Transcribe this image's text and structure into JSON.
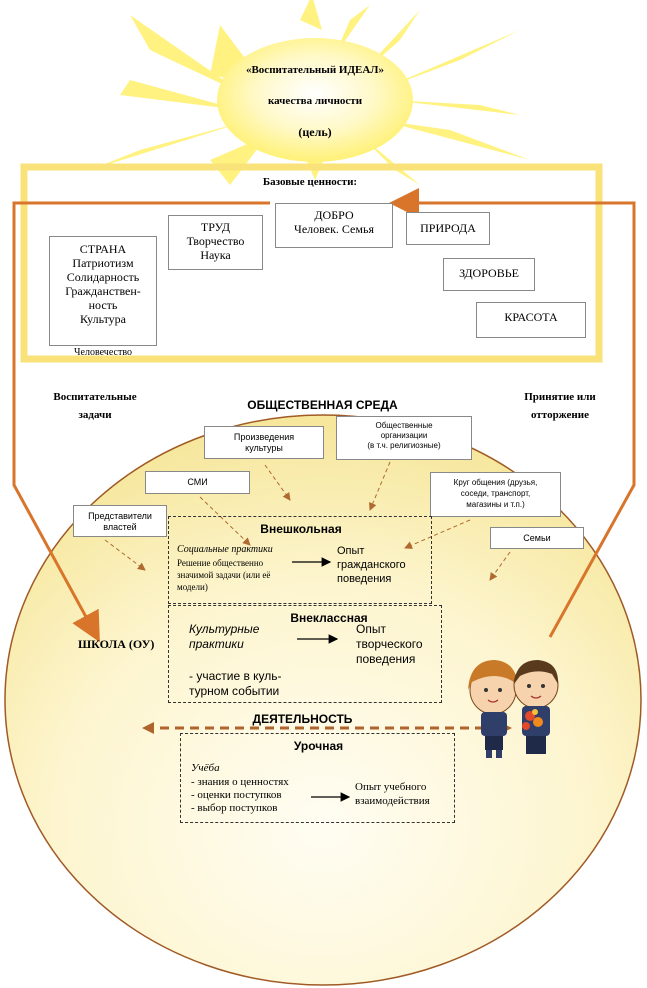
{
  "ideal": {
    "line1": "«Воспитательный ИДЕАЛ»",
    "line2": "качества личности",
    "line3": "(цель)"
  },
  "base_values": {
    "title": "Базовые ценности:",
    "strana": [
      "СТРАНА",
      "Патриотизм",
      "Солидарность",
      "Гражданствен-",
      "ность",
      "Культура"
    ],
    "chelovechestvo": "Человечество",
    "trud": [
      "ТРУД",
      "Творчество",
      "Наука"
    ],
    "dobro": [
      "ДОБРО",
      "Человек. Семья"
    ],
    "priroda": "ПРИРОДА",
    "zdorovie": "ЗДОРОВЬЕ",
    "krasota": "КРАСОТА"
  },
  "side_labels": {
    "left": [
      "Воспитательные",
      "задачи"
    ],
    "right": [
      "Принятие или",
      "отторжение"
    ]
  },
  "environment": {
    "title": "ОБЩЕСТВЕННАЯ СРЕДА",
    "culture_works": [
      "Произведения",
      "культуры"
    ],
    "organizations": [
      "Общественные",
      "организации",
      "(в т.ч. религиозные)"
    ],
    "smi": "СМИ",
    "circle": [
      "Круг общения (друзья,",
      "соседи, транспорт,",
      "магазины и т.п.)"
    ],
    "authorities": [
      "Представители",
      "властей"
    ],
    "families": "Семьи"
  },
  "school": "ШКОЛА (ОУ)",
  "activity": "ДЕЯТЕЛЬНОСТЬ",
  "extracurricular": {
    "title": "Внешкольная",
    "practice": "Социальные практики",
    "desc": [
      "Решение общественно",
      "значимой задачи (или её",
      "модели)"
    ],
    "result": [
      "Опыт",
      "гражданского",
      "поведения"
    ]
  },
  "extraclass": {
    "title": "Внеклассная",
    "practice": [
      "Культурные",
      "практики"
    ],
    "desc": [
      "- участие в куль-",
      "турном событии"
    ],
    "result": [
      "Опыт",
      "творческого",
      "поведения"
    ]
  },
  "lesson": {
    "title": "Урочная",
    "practice": "Учёба",
    "items": [
      "- знания о ценностях",
      "- оценки поступков",
      "- выбор поступков"
    ],
    "result": [
      "Опыт учебного",
      "взаимодействия"
    ]
  },
  "colors": {
    "sun": "#fff27a",
    "sun_core": "#fff9c8",
    "frame": "#f9e27a",
    "arrow": "#d8752a",
    "oval_fill": "#fbf3c6",
    "oval_stroke": "#a05a25"
  }
}
